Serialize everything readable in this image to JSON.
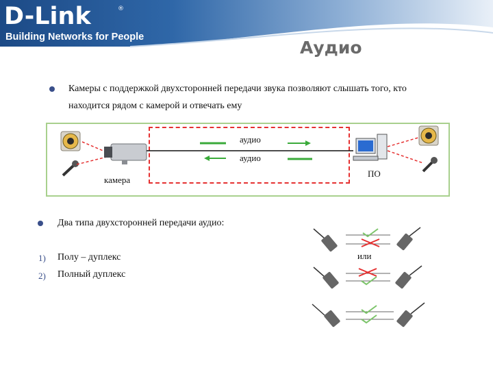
{
  "slide": {
    "brand": {
      "name": "D-Link",
      "registered": "®",
      "tagline": "Building Networks for People"
    },
    "title": "Аудио",
    "bullet1_line1": "Камеры с поддержкой двухсторонней передачи звука позволяют слышать того, кто",
    "bullet1_line2": "находится рядом с камерой и отвечать ему",
    "diagram": {
      "audio_top": "аудио",
      "audio_bottom": "аудио",
      "camera_label": "камера",
      "pc_label": "ПО"
    },
    "bullet2": "Два типа двухсторонней передачи аудио:",
    "list": [
      {
        "num": "1)",
        "label": "Полу – дуплекс"
      },
      {
        "num": "2)",
        "label": "Полный дуплекс"
      }
    ],
    "or_label": "или"
  },
  "colors": {
    "header_blue": "#1f4f8e",
    "accent_green": "#3aaa3a",
    "accent_red": "#e53030",
    "frame_green": "#a8d08d"
  }
}
